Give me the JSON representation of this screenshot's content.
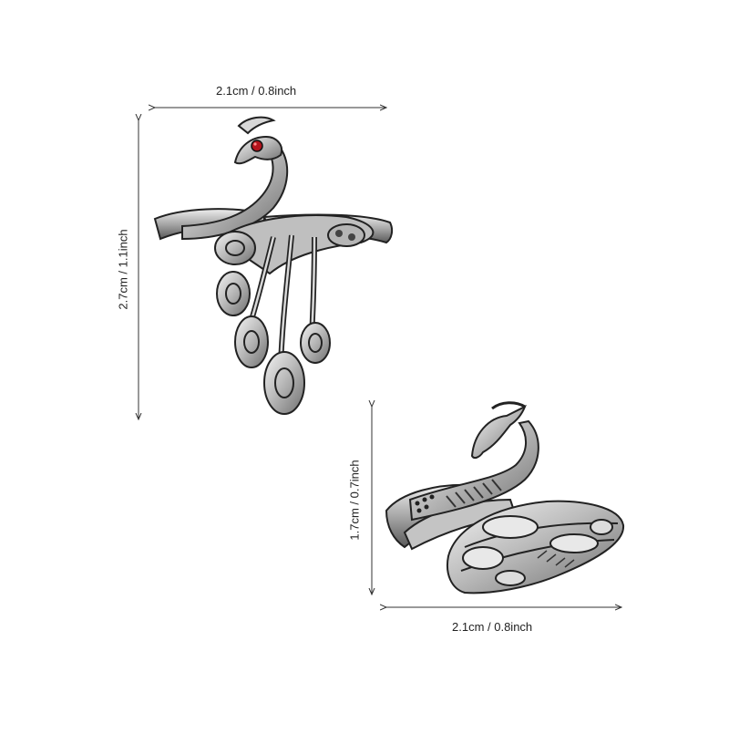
{
  "product": {
    "rings": [
      {
        "name": "peacock-ring-front",
        "gem_color": "#b3141c",
        "metal_color": "#c9c9c9",
        "width_label": "2.1cm / 0.8inch",
        "height_label": "2.7cm / 1.1inch"
      },
      {
        "name": "peacock-ring-side",
        "metal_color": "#c9c9c9",
        "width_label": "2.1cm / 0.8inch",
        "height_label": "1.7cm / 0.7inch"
      }
    ]
  }
}
